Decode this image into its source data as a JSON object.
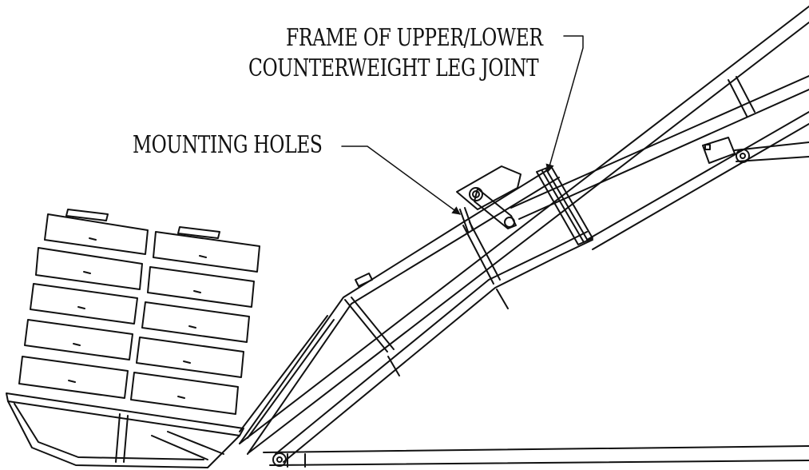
{
  "callouts": {
    "frame_joint": {
      "line1": "FRAME OF UPPER/LOWER",
      "line2": "COUNTERWEIGHT LEG JOINT"
    },
    "mounting_holes": "MOUNTING HOLES"
  },
  "colors": {
    "background": "#ffffff",
    "line": "#111111"
  }
}
